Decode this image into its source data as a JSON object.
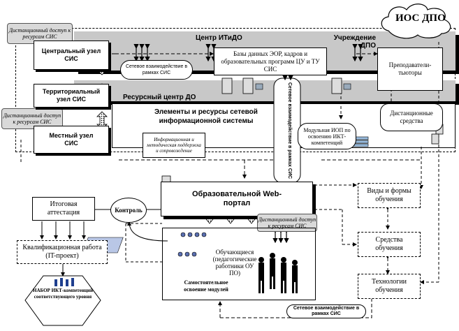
{
  "ios_dpo": "ИОС ДПО",
  "remote_access_top": "Дистанционный доступ к ресурсам СИС",
  "remote_access_mid": "Дистанционный доступ к ресурсам СИС",
  "remote_access_portal": "Дистанционный доступ к ресурсам СИС",
  "center_itido": "Центр ИТиДО",
  "institution_dpo": "Учреждение ДПО",
  "resource_center": "Ресурсный центр ДО",
  "central_node": "Центральный узел СИС",
  "territorial_node": "Территориальный узел СИС",
  "local_node": "Местный узел СИС",
  "network_interaction_top": "Сетевое взаимодействие в рамках СИС",
  "network_interaction_vertical": "Сетевое взаимодействие в рамках СИС",
  "network_interaction_bottom": "Сетевое взаимодействие в рамках СИС",
  "databases": "Базы данных ЭОР, кадров и образовательных программ ЦУ и ТУ СИС",
  "tutors": "Преподаватели-тьюторы",
  "elements_title": "Элементы и ресурсы сетевой информационной системы",
  "distance_means": "Дистанционные средства",
  "modular_iop": "Модульная ИОП по освоению ИКТ-компетенций",
  "info_support": "Информационная и методическая поддержка и сопровождение",
  "portal": "Образовательной Web-портал",
  "forms": "Виды и формы обучения",
  "means": "Средства обучения",
  "technologies": "Технологии обучения",
  "final_attestation": "Итоговая аттестация",
  "control": "Контроль",
  "qualification_work": "Квалификационная работа (IT-проект)",
  "ict_set": "НАБОР ИКТ-компетенций соответствующего уровня",
  "learners": "Обучающиеся (педагогические работники ОУ ПО)",
  "self_study": "Самостоятельное освоение модулей"
}
